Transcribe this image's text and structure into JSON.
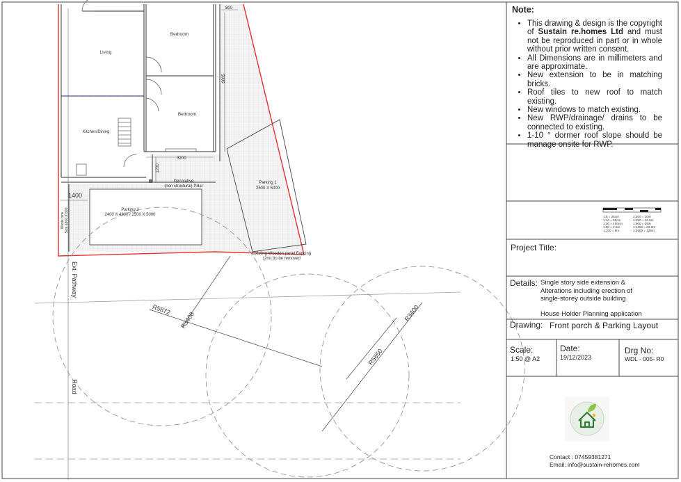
{
  "plan": {
    "rooms": {
      "living": "Living",
      "bedroom_1": "Bedroom",
      "bedroom_2": "Bedroom",
      "kitchen": "Kitchen/Dining"
    },
    "dimensions": {
      "d800": "800",
      "d6885": "6885",
      "d3200": "3200",
      "d1200": "1200",
      "d1400": "1400"
    },
    "pillar_label": [
      "Decorative",
      "(non structural) Pillar"
    ],
    "parking_1": [
      "Parking 1",
      "2500 X 5000"
    ],
    "parking_2": [
      "Parking 2",
      "2400 X 4800 / 2500 X 5000"
    ],
    "waste_bins": [
      "Waste bins",
      "Size 1800 X 800"
    ],
    "fencing_label": [
      "Existing Wooden panel Fencing",
      "(2no.)to be removed"
    ],
    "pathway": "Exi. Pathway",
    "road": "Road",
    "radii": {
      "r5872": "R5872",
      "r3408": "R3408",
      "r3400": "R3400",
      "r5850": "R5850"
    },
    "colors": {
      "boundary": "#e03030",
      "window_line": "#6b6bdc",
      "linework": "#555555"
    }
  },
  "title_block": {
    "note_title": "Note:",
    "notes": [
      [
        "This drawing & design is the copyright of ",
        "Sustain re.homes Ltd",
        " and must not be reproduced in part or in whole without prior written consent."
      ],
      [
        "All Dimensions are in millimeters and are approximate."
      ],
      [
        "New extension to be in matching bricks."
      ],
      [
        "Roof tiles to new roof to match existing."
      ],
      [
        "New windows to match existing."
      ],
      [
        "New RWP/drainage/ drains to be connected to existing."
      ],
      [
        "1-10 ° dormer roof slope should be manage onsite for RWP."
      ]
    ],
    "scale_bar": {
      "col1": [
        "1:5 = 25cm",
        "1:10 = 50cm",
        "1:20 = 100cm",
        "1:50 = 2.5m",
        "1:100 = 5m"
      ],
      "col2": [
        "1:200 = 10m",
        "1:250 = 12.5m",
        "1:500 = 25m",
        "1:1250 = 62.5m",
        "1:2500 = 125m"
      ]
    },
    "project_title_label": "Project Title:",
    "details_label": "Details:",
    "details_lines": [
      "Single story side extension &",
      "Alterations including erection of",
      "single-storey outside building"
    ],
    "details_app": "House Holder Planning  application",
    "drawing_label": "Drawing:",
    "drawing_value": "Front porch & Parking Layout",
    "scale_label": "Scale:",
    "scale_value": "1:50 @ A2",
    "date_label": "Date:",
    "date_value": "19/12/2023",
    "drg_label": "Drg No:",
    "drg_value": "WDL - 005- R0",
    "contact": "Contact : 07459381271",
    "email": "Email: info@sustain-rehomes.com",
    "logo_color": "#2e7d32",
    "logo_leaf_color": "#8bc34a"
  }
}
